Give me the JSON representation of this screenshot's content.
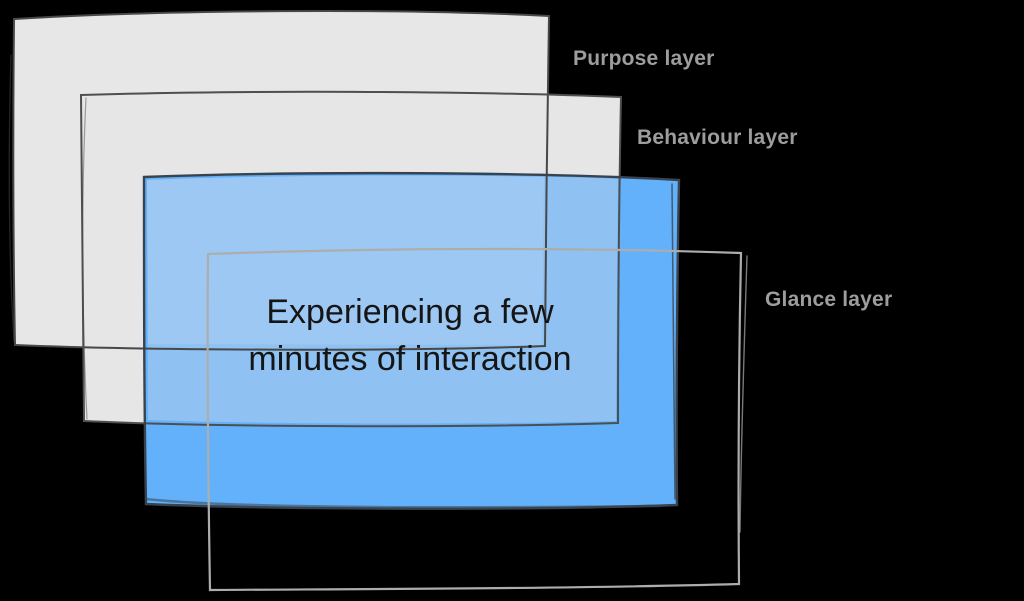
{
  "canvas": {
    "background": "#000000"
  },
  "layers": {
    "purpose": {
      "label": "Purpose layer"
    },
    "behaviour": {
      "label": "Behaviour layer"
    },
    "glance": {
      "label": "Glance layer"
    }
  },
  "highlight": {
    "line1": "Experiencing a few",
    "line2": "minutes of interaction"
  },
  "colors": {
    "background": "#000000",
    "label_text": "#9d9d9d",
    "center_text": "#151515",
    "purpose_fill": "#e7e7e7",
    "behaviour_fill": "#e6e6e6",
    "purpose_stroke": "#474747",
    "behaviour_stroke": "#4e4e4e",
    "highlight_fill": "#63b1fb",
    "highlight_overlap_fill": "#8fc2f2",
    "highlight_double_overlap_fill": "#9dc8f3",
    "highlight_stroke": "#39434e",
    "glance_stroke": "#adadad"
  }
}
